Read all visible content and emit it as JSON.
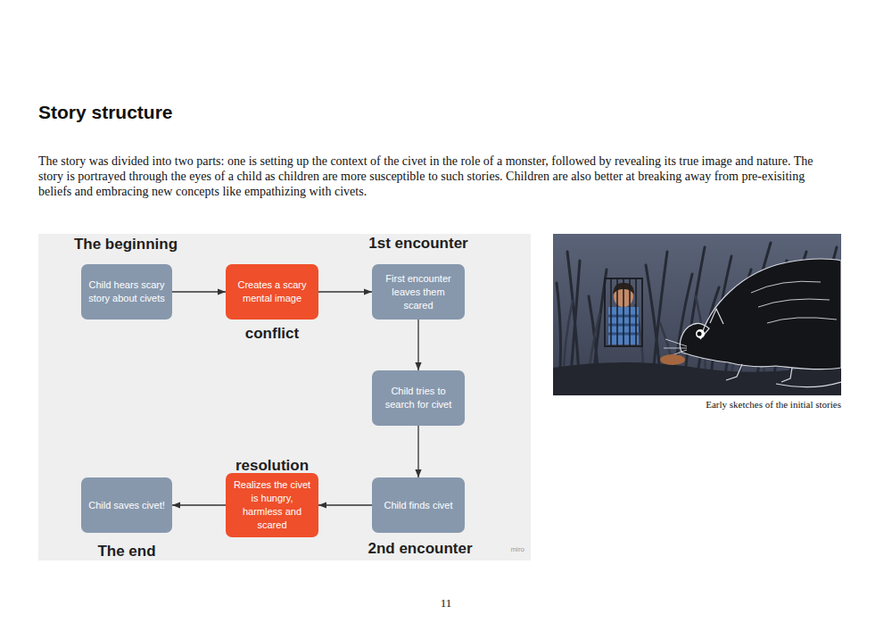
{
  "diagram": {
    "title": "Story structure",
    "caption": "Early sketches of the initial stories",
    "nodes": [
      {
        "text": [
          "Child hears scary story about civets"
        ]
      },
      {
        "text": [
          "Creates a scary mental image"
        ]
      },
      {
        "text": [
          "First encounter leaves them scared"
        ]
      },
      {
        "text": [
          "Child tries to search for civet"
        ]
      },
      {
        "text": [
          "Child finds civet"
        ]
      },
      {
        "text": [
          "Realizes the civet is hungry, harmless and scared"
        ]
      },
      {
        "text": [
          "Child saves civet!"
        ]
      }
    ],
    "edges": [
      {
        "from": 0,
        "to": 1,
        "arrow": "to"
      },
      {
        "from": 1,
        "to": 2,
        "arrow": "to"
      },
      {
        "from": 2,
        "to": 3,
        "arrow": "to"
      },
      {
        "from": 3,
        "to": 4,
        "arrow": "to"
      },
      {
        "from": 4,
        "to": 5,
        "arrow": "to"
      },
      {
        "from": 5,
        "to": 6,
        "arrow": "to"
      }
    ],
    "labels": [
      "The story was divided into two parts: one is setting up the context of the civet in the role of a monster, followed by revealing its true image and nature. The story is portrayed through the eyes of a child as children are more susceptible to such stories. Children are also better at breaking away from pre-exisiting beliefs and embracing new concepts like empathizing with civets.",
      "The beginning",
      "1st encounter",
      "conflict",
      "resolution",
      "2nd encounter",
      "The end",
      "miro",
      "11"
    ]
  }
}
